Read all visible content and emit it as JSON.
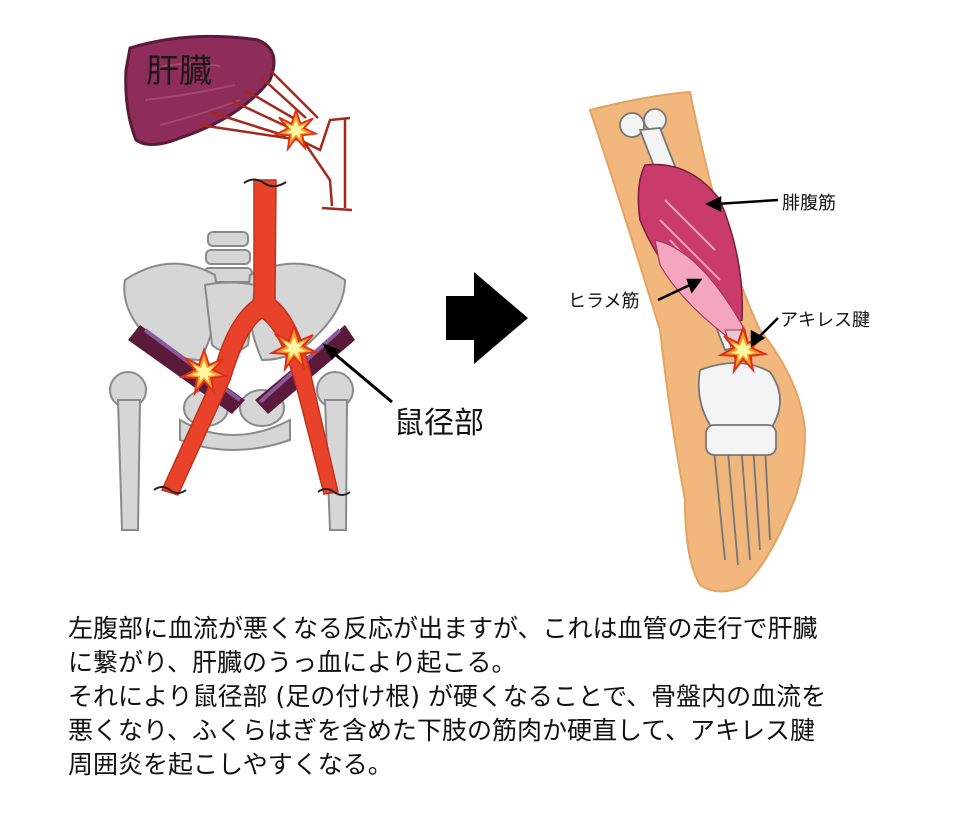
{
  "labels": {
    "liver": "肝臓",
    "groin": "鼠径部",
    "gastrocnemius": "腓腹筋",
    "soleus": "ヒラメ筋",
    "achilles": "アキレス腱"
  },
  "caption": [
    "左腹部に血流が悪くなる反応が出ますが、これは血管の走行で肝臓",
    "に繋がり、肝臓のうっ血により起こる。",
    "それにより鼠径部 (足の付け根) が硬くなることで、骨盤内の血流を",
    "悪くなり、ふくらはぎを含めた下肢の筋肉か硬直して、アキレス腱",
    "周囲炎を起こしやすくなる。"
  ],
  "colors": {
    "liver": "#8e2c5a",
    "vessel": "#e8432a",
    "inflamed_band": "#5b1a3a",
    "bone": "#cfcfcf",
    "skin": "#f1b77c",
    "muscle": "#c93b6b",
    "arrow": "#000000",
    "burst": "#ffd34d"
  }
}
